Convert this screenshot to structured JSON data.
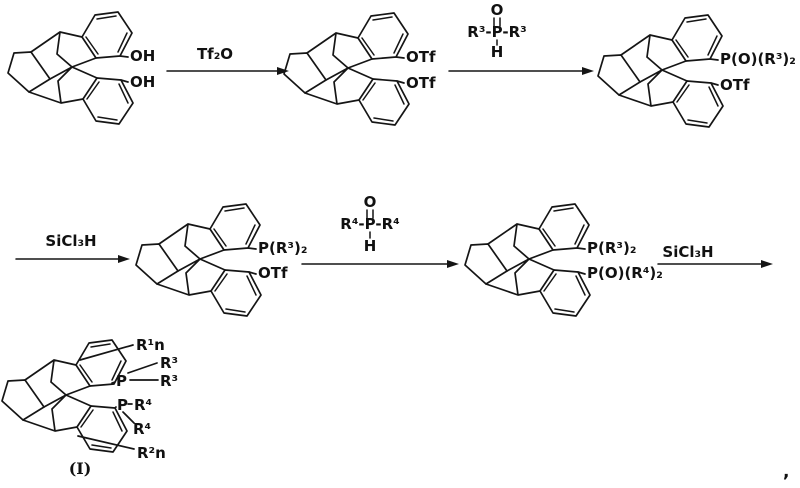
{
  "scheme": {
    "colors": {
      "ink": "#151515",
      "background": "#ffffff"
    },
    "row1": {
      "molecule1": {
        "top_group": "OH",
        "bottom_group": "OH"
      },
      "step1_reagent": "Tf₂O",
      "molecule2": {
        "top_group": "OTf",
        "bottom_group": "OTf"
      },
      "step2_reagent": {
        "oxygen": "O",
        "phosphine": "R³-P-R³",
        "hydrogen": "H"
      },
      "molecule3": {
        "top_group": "P(O)(R³)₂",
        "bottom_group": "OTf"
      }
    },
    "row2": {
      "step3_reagent": "SiCl₃H",
      "molecule4": {
        "top_group": "P(R³)₂",
        "bottom_group": "OTf"
      },
      "step4_reagent": {
        "oxygen": "O",
        "phosphine": "R⁴-P-R⁴",
        "hydrogen": "H"
      },
      "molecule5": {
        "top_group": "P(R³)₂",
        "bottom_group": "P(O)(R⁴)₂"
      },
      "step5_reagent": "SiCl₃H"
    },
    "row3": {
      "product": {
        "r1_group": "R¹n",
        "p_top": "P",
        "r3_upper": "R³",
        "r3_lower": "R³",
        "p_bottom": "P",
        "r4_upper": "R⁴",
        "r4_lower": "R⁴",
        "r2_group": "R²n",
        "compound_number": "(I)"
      }
    },
    "trailing_punctuation": ","
  }
}
